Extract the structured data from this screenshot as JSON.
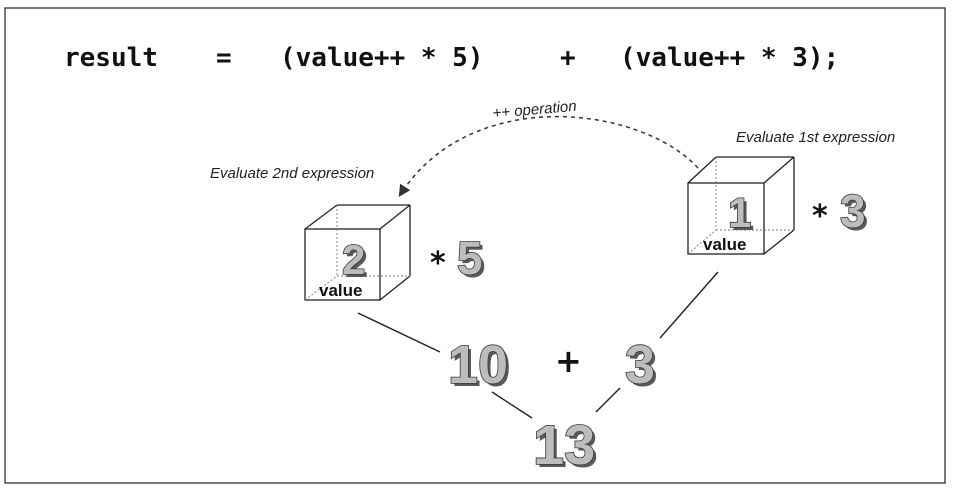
{
  "code_line": {
    "lhs": "result",
    "assign": "=",
    "term1": "(value++ * 5)",
    "plus": "+",
    "term2": "(value++ * 3);"
  },
  "annotations": {
    "increment": "++ operation",
    "eval_first": "Evaluate 1st expression",
    "eval_second": "Evaluate 2nd expression"
  },
  "boxes": {
    "second": {
      "number": "2",
      "label": "value",
      "multiplier": "5",
      "times": "*"
    },
    "first": {
      "number": "1",
      "label": "value",
      "multiplier": "3",
      "times": "*"
    }
  },
  "results": {
    "left_product": "10",
    "plus": "+",
    "right_product": "3",
    "sum": "13"
  }
}
